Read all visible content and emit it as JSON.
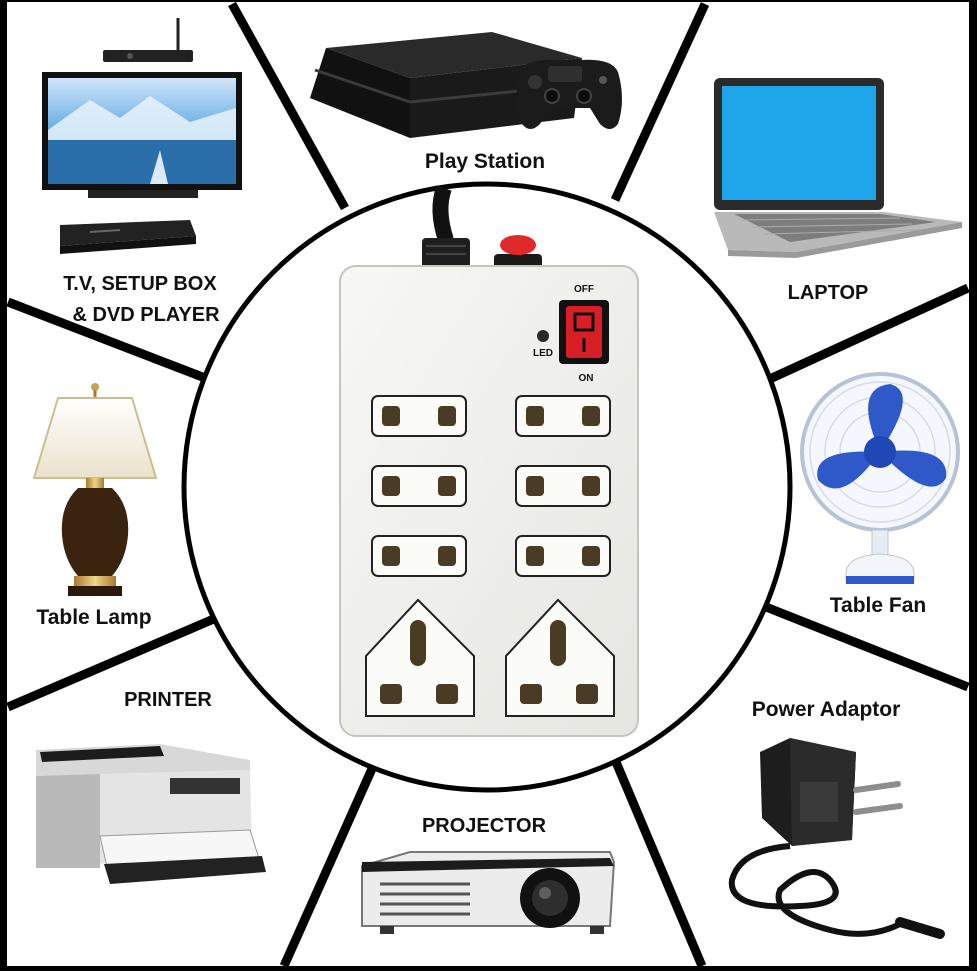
{
  "devices": {
    "playstation": "Play Station",
    "laptop": "LAPTOP",
    "tv_line1": "T.V, SETUP BOX",
    "tv_line2": "& DVD PLAYER",
    "table_lamp": "Table Lamp",
    "table_fan": "Table Fan",
    "printer": "PRINTER",
    "power_adaptor": "Power Adaptor",
    "projector": "PROJECTOR"
  },
  "power_strip": {
    "switch_off_label": "OFF",
    "switch_on_label": "ON",
    "led_label": "LED",
    "small_socket_count": 6,
    "large_socket_count": 2,
    "body_color": "#f1f1ee",
    "switch_color": "#d81f26",
    "fuse_color": "#e02a2a"
  },
  "colors": {
    "background": "#ffffff",
    "divider": "#000000",
    "circle_stroke": "#000000"
  }
}
